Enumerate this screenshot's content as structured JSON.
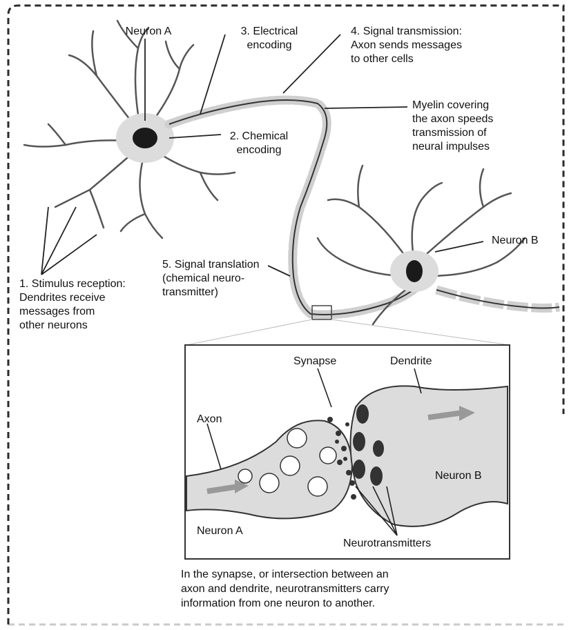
{
  "figure": {
    "labels": {
      "neuron_a": "Neuron A",
      "electrical_encoding": "3. Electrical\nencoding",
      "signal_transmission": "4. Signal transmission:\nAxon sends messages\nto other cells",
      "myelin": "Myelin covering\nthe axon speeds\ntransmission of\nneural impulses",
      "chemical_encoding": "2. Chemical\nencoding",
      "neuron_b": "Neuron B",
      "signal_translation": "5. Signal translation\n(chemical neuro-\ntransmitter)",
      "stimulus_reception": "1. Stimulus reception:\nDendrites receive\nmessages from\nother neurons"
    },
    "inset": {
      "synapse": "Synapse",
      "dendrite": "Dendrite",
      "axon": "Axon",
      "neuron_b": "Neuron B",
      "neuron_a": "Neuron A",
      "neurotransmitters": "Neurotransmitters"
    },
    "caption": "In the synapse, or intersection between an\naxon and dendrite, neurotransmitters carry\ninformation from one neuron to another."
  },
  "colors": {
    "border": "#2a2a2a",
    "cell_fill": "#dcdcdc",
    "nucleus": "#1a1a1a",
    "line": "#222222"
  }
}
